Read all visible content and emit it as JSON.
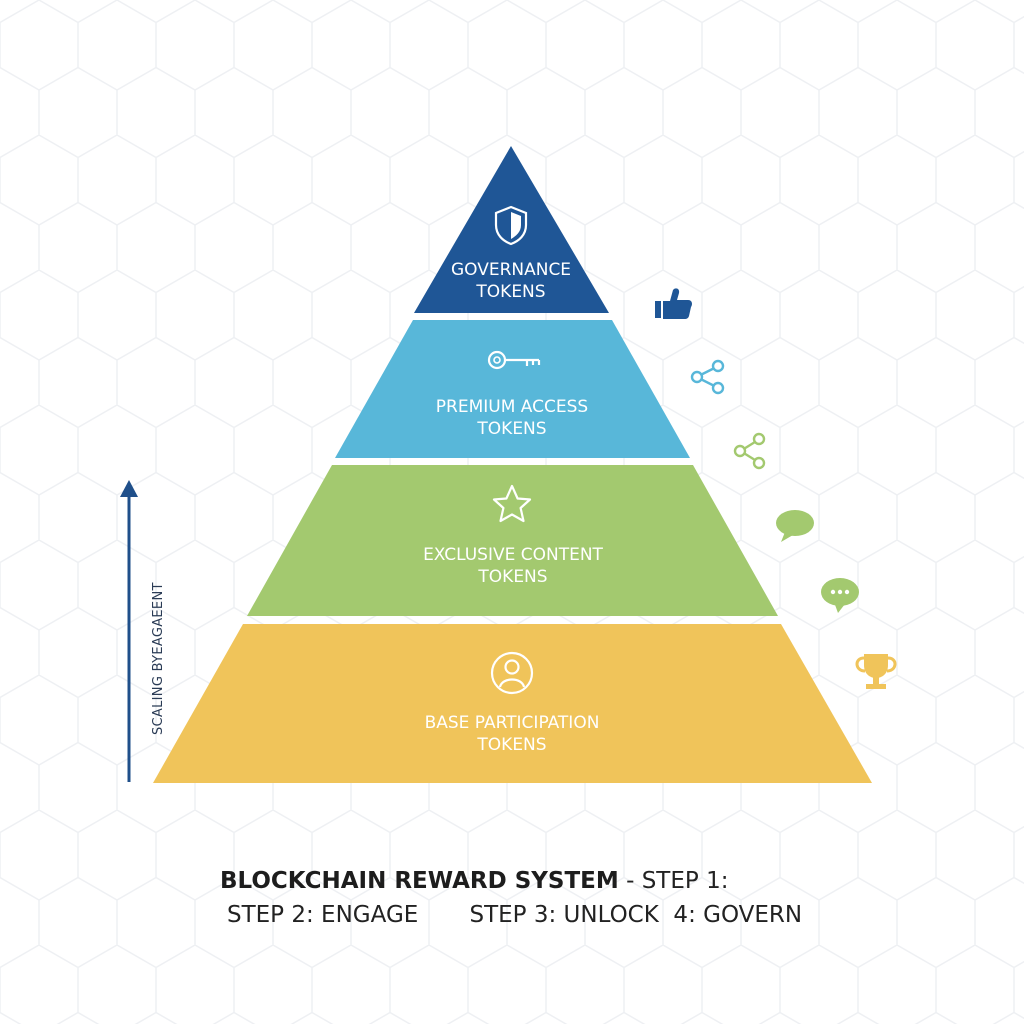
{
  "axis": {
    "label": "SCALING BYEAGAEENT",
    "arrow_color": "#1f4f8a"
  },
  "tiers": [
    {
      "icon": "shield-icon",
      "line1": "GOVERNANCE",
      "line2": "TOKENS",
      "color": "#1f5696"
    },
    {
      "icon": "key-icon",
      "line1": "PREMIUM ACCESS",
      "line2": "TOKENS",
      "color": "#58b7d9"
    },
    {
      "icon": "star-icon",
      "line1": "EXCLUSIVE CONTENT",
      "line2": "TOKENS",
      "color": "#a3c96f"
    },
    {
      "icon": "user-icon",
      "line1": "BASE PARTICIPATION",
      "line2": "TOKENS",
      "color": "#f0c45a"
    }
  ],
  "side_icons": [
    {
      "icon": "thumbs-up-icon",
      "color": "#1f5696"
    },
    {
      "icon": "share-icon",
      "color": "#58b7d9"
    },
    {
      "icon": "share-icon",
      "color": "#a3c96f"
    },
    {
      "icon": "chat-bubble-icon",
      "color": "#a3c96f"
    },
    {
      "icon": "chat-dots-icon",
      "color": "#a3c96f"
    },
    {
      "icon": "trophy-icon",
      "color": "#f0c45a"
    }
  ],
  "caption": {
    "title": "BLOCKCHAIN REWARD SYSTEM",
    "line1_rest": " - STEP 1:",
    "line2": "STEP 2: ENGAGE       STEP 3: UNLOCK  4: GOVERN"
  }
}
